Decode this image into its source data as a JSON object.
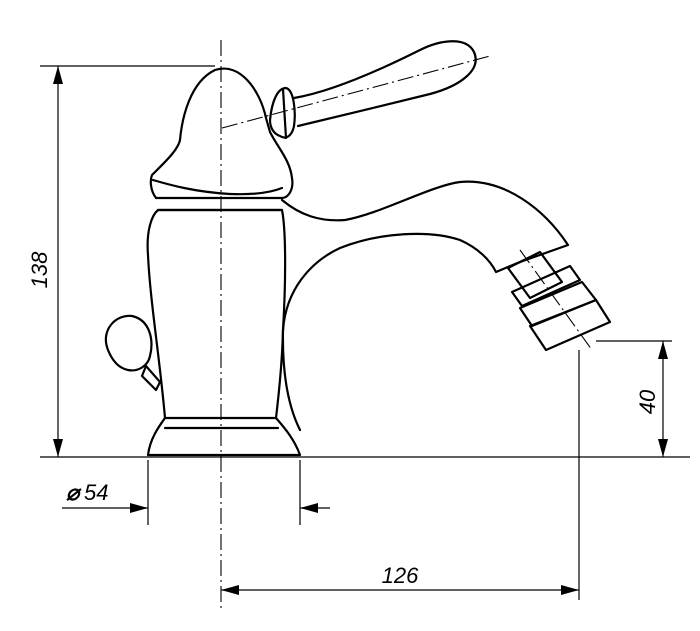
{
  "drawing": {
    "dimensions": {
      "height_total": "138",
      "outlet_height": "40",
      "base_diameter": "54",
      "base_diameter_symbol": "⌀",
      "spout_reach": "126"
    }
  }
}
